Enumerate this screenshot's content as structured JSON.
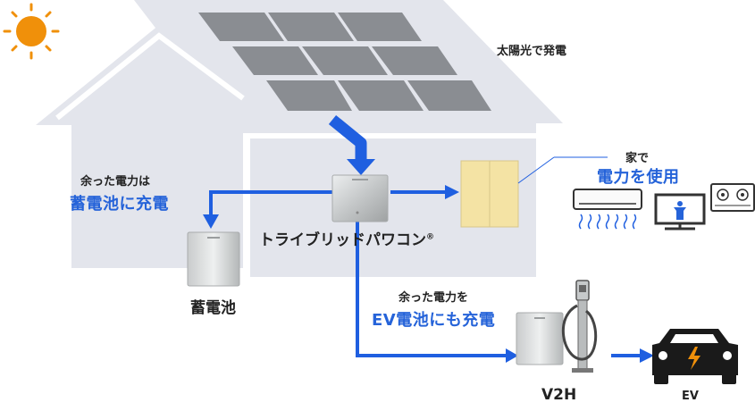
{
  "labels": {
    "solar": "太陽光で発電",
    "surplus_battery_1": "余った電力は",
    "surplus_battery_2": "蓄電池に充電",
    "home_1": "家で",
    "home_2": "電力を使用",
    "power_conditioner": "トライブリッドパワコン",
    "registered_mark": "®",
    "battery": "蓄電池",
    "surplus_ev_1": "余った電力を",
    "surplus_ev_2": "EV電池にも充電",
    "v2h": "V2H",
    "ev": "EV"
  },
  "colors": {
    "arrow": "#1f5fe0",
    "house_gray": "#e3e5ec",
    "panel": "#8a8d92",
    "sun": "#f0900a",
    "highlight_text": "#2563d9",
    "switchboard": "#f4e3a4"
  },
  "icons": [
    "sun-icon",
    "solar-panel-icon",
    "battery-unit-icon",
    "power-conditioner-icon",
    "air-conditioner-icon",
    "tv-icon",
    "ih-cooktop-icon",
    "v2h-charger-icon",
    "ev-car-icon",
    "lightning-icon"
  ]
}
